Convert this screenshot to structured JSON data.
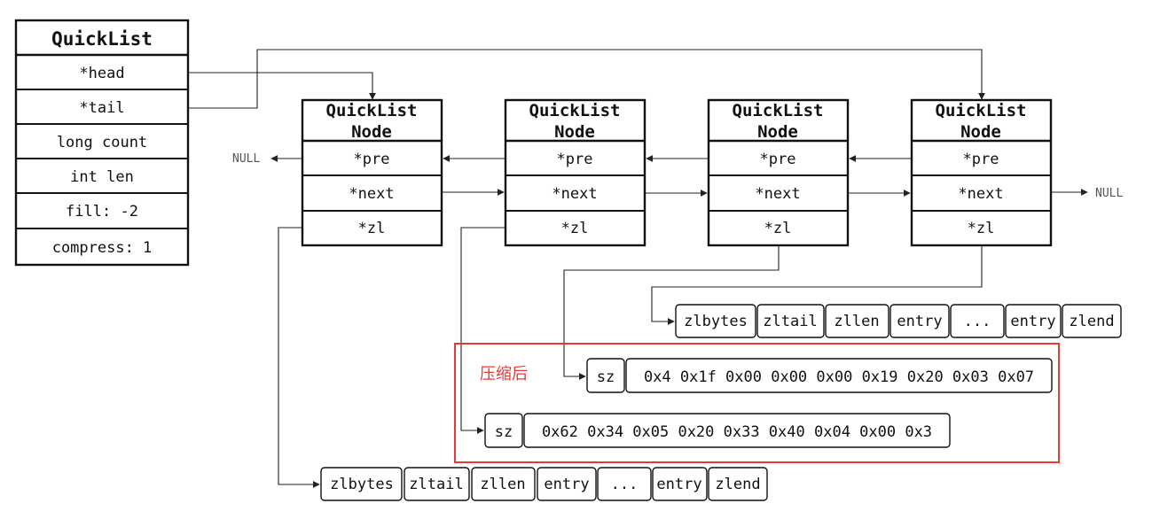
{
  "quicklist": {
    "title": "QuickList",
    "fields": [
      "*head",
      "*tail",
      "long count",
      "int len",
      "fill: -2",
      "compress: 1"
    ]
  },
  "nodes": [
    {
      "title_line1": "QuickList",
      "title_line2": "Node",
      "fields": [
        "*pre",
        "*next",
        "*zl"
      ]
    },
    {
      "title_line1": "QuickList",
      "title_line2": "Node",
      "fields": [
        "*pre",
        "*next",
        "*zl"
      ]
    },
    {
      "title_line1": "QuickList",
      "title_line2": "Node",
      "fields": [
        "*pre",
        "*next",
        "*zl"
      ]
    },
    {
      "title_line1": "QuickList",
      "title_line2": "Node",
      "fields": [
        "*pre",
        "*next",
        "*zl"
      ]
    }
  ],
  "null_left": "NULL",
  "null_right": "NULL",
  "ziplist_top": [
    "zlbytes",
    "zltail",
    "zllen",
    "entry",
    "...",
    "entry",
    "zlend"
  ],
  "ziplist_bottom": [
    "zlbytes",
    "zltail",
    "zllen",
    "entry",
    "...",
    "entry",
    "zlend"
  ],
  "compressed_label": "压缩后",
  "compressed_1": {
    "sz": "sz",
    "bytes": "0x4 0x1f 0x00 0x00 0x00 0x19 0x20 0x03 0x07"
  },
  "compressed_2": {
    "sz": "sz",
    "bytes": "0x62 0x34 0x05 0x20 0x33 0x40 0x04 0x00 0x3"
  },
  "colors": {
    "highlight_border": "#e53935",
    "stroke": "#111111"
  }
}
